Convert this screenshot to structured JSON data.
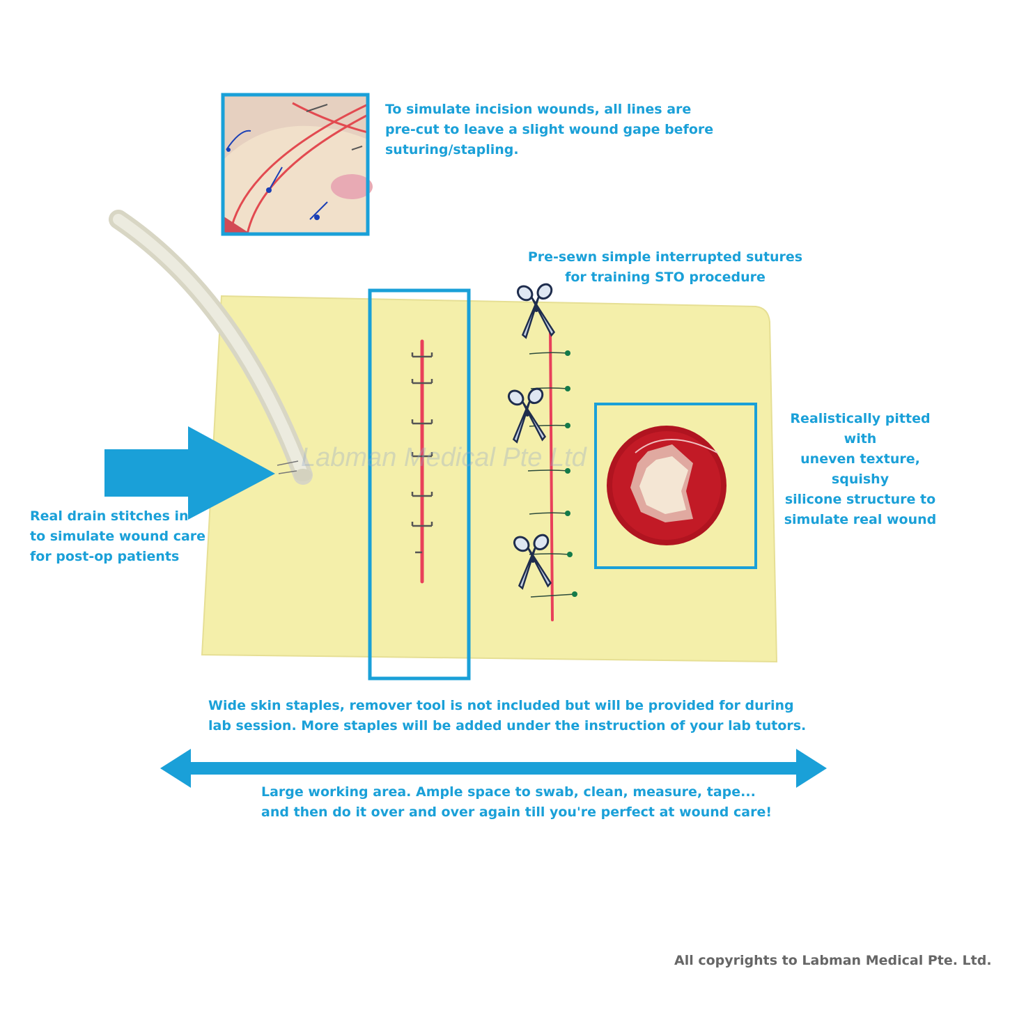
{
  "captions": {
    "incision": "To simulate incision wounds, all lines are\npre-cut to leave a slight wound gape before\nsuturing/stapling.",
    "sutures": "Pre-sewn simple interrupted sutures\nfor training STO procedure",
    "wound": "Realistically pitted with\nuneven texture, squishy\nsilicone  structure to\nsimulate real wound",
    "drain": "Real drain stitches in\nto simulate wound care\nfor post-op patients",
    "staples": "Wide skin staples, remover tool is not included but will be provided for during\nlab session. More staples will be added under the instruction of your lab tutors.",
    "working_area": "Large working area.  Ample space to swab, clean, measure, tape...\nand then do it over and over again till you're perfect at wound care!"
  },
  "watermark": "Labman Medical Pte Ltd",
  "copyright": "All copyrights to Labman Medical Pte. Ltd.",
  "colors": {
    "accent": "#1aa0d8",
    "pad": "#f4efaa",
    "incision": "#e8405a",
    "wound": "#b01420",
    "copyright": "#666666"
  },
  "icons": [
    "scissors-icon",
    "scissors-icon",
    "scissors-icon"
  ]
}
